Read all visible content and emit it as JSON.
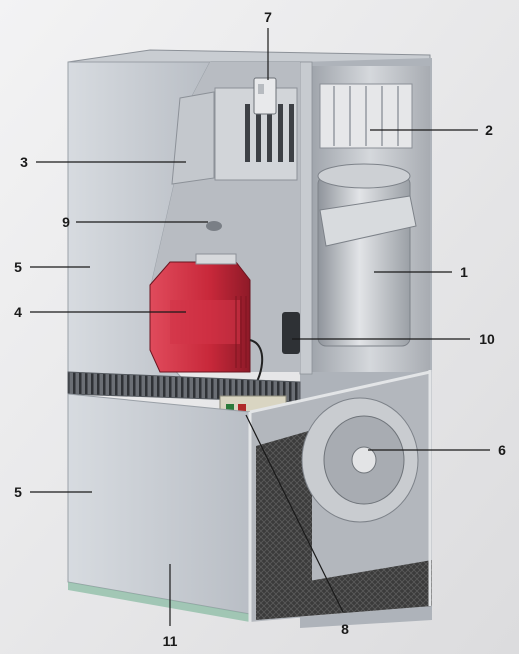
{
  "callouts": [
    {
      "id": "label-1",
      "text": "1"
    },
    {
      "id": "label-2",
      "text": "2"
    },
    {
      "id": "label-3",
      "text": "3"
    },
    {
      "id": "label-4",
      "text": "4"
    },
    {
      "id": "label-5a",
      "text": "5"
    },
    {
      "id": "label-5b",
      "text": "5"
    },
    {
      "id": "label-6",
      "text": "6"
    },
    {
      "id": "label-7",
      "text": "7"
    },
    {
      "id": "label-8",
      "text": "8"
    },
    {
      "id": "label-9",
      "text": "9"
    },
    {
      "id": "label-10",
      "text": "10"
    },
    {
      "id": "label-11",
      "text": "11"
    }
  ],
  "colors": {
    "background": "#e9e9ea",
    "casing": "#c9cdd2",
    "burner": "#c8283a",
    "filter": "#3b3b3b",
    "ink": "#1a1a1a"
  }
}
